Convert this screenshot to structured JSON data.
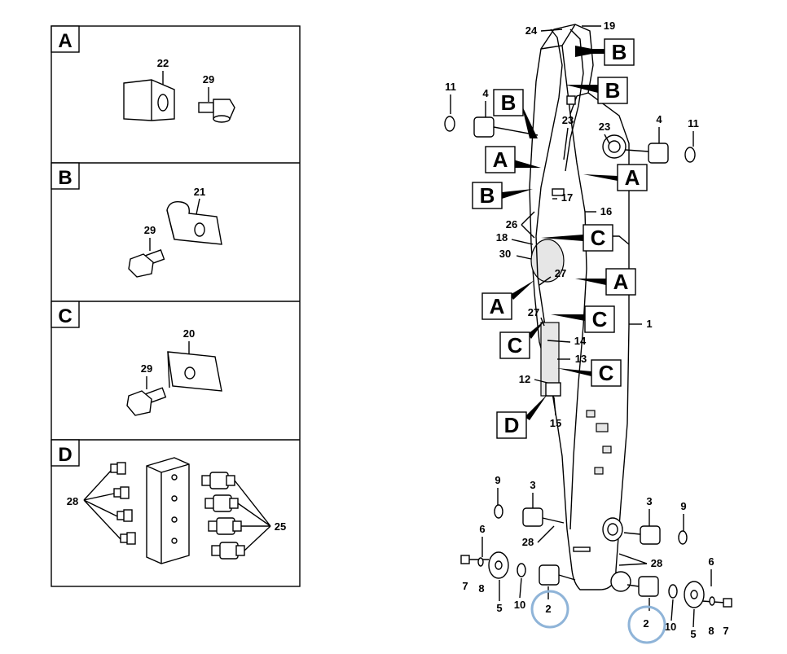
{
  "panels": [
    {
      "letter": "A",
      "parts": [
        "22",
        "29"
      ]
    },
    {
      "letter": "B",
      "parts": [
        "21",
        "29"
      ]
    },
    {
      "letter": "C",
      "parts": [
        "20",
        "29"
      ]
    },
    {
      "letter": "D",
      "parts": [
        "28",
        "25"
      ]
    }
  ],
  "main_labels": {
    "n24": "24",
    "n19": "19",
    "n11a": "11",
    "n4a": "4",
    "n23a": "23",
    "n23b": "23",
    "n4b": "4",
    "n11b": "11",
    "n17": "17",
    "n16": "16",
    "n26": "26",
    "n18": "18",
    "n30": "30",
    "n27a": "27",
    "n27b": "27",
    "n14": "14",
    "n13": "13",
    "n12": "12",
    "n15": "15",
    "n1": "1",
    "n9a": "9",
    "n3a": "3",
    "n28": "28",
    "n3b": "3",
    "n9b": "9",
    "n6a": "6",
    "n28b": "28",
    "n6b": "6",
    "n7a": "7",
    "n8a": "8",
    "n5a": "5",
    "n10a": "10",
    "n2a": "2",
    "n2b": "2",
    "n10b": "10",
    "n5b": "5",
    "n8b": "8",
    "n7b": "7"
  },
  "callouts": {
    "b1": "B",
    "b2": "B",
    "b3": "B",
    "b4": "B",
    "a1": "A",
    "a2": "A",
    "a3": "A",
    "a4": "A",
    "c1": "C",
    "c2": "C",
    "c3": "C",
    "c4": "C",
    "d1": "D"
  },
  "highlight_color": "#8fb4d8"
}
